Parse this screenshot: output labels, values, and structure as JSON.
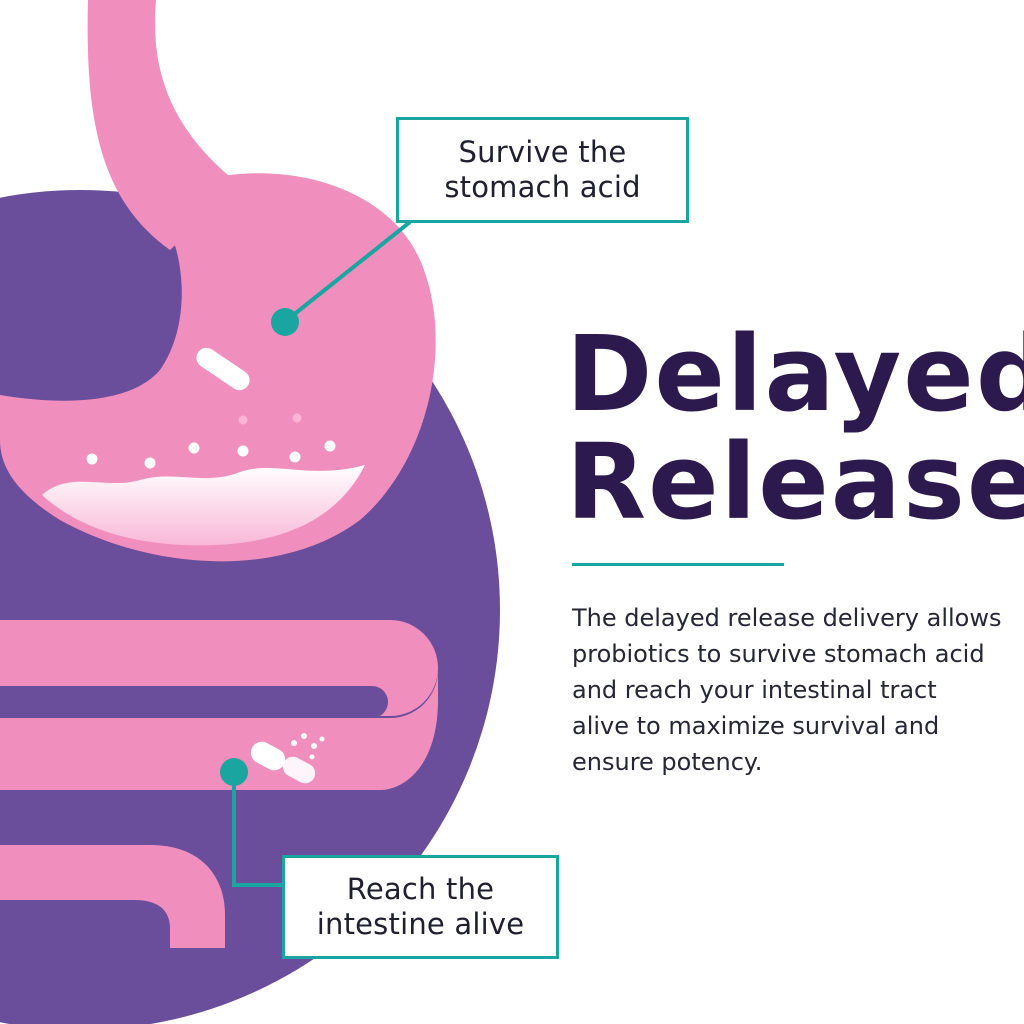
{
  "colors": {
    "purple": "#6a4e9c",
    "pink": "#f08fbd",
    "teal": "#1aa5a0",
    "title": "#2c1a4f",
    "text": "#262634"
  },
  "callouts": {
    "stomach": [
      "Survive the",
      "stomach acid"
    ],
    "intestine": [
      "Reach the",
      "intestine alive"
    ]
  },
  "title": [
    "Delayed",
    "Release"
  ],
  "description": [
    "The delayed release delivery allows",
    "probiotics to survive stomach acid",
    "and reach your intestinal tract",
    "alive to maximize survival and",
    "ensure potency."
  ]
}
